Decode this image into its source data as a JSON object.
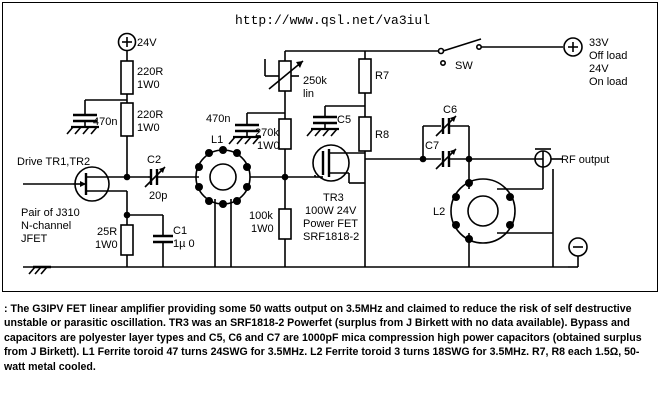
{
  "url": "http://www.qsl.net/va3iul",
  "supply": {
    "v24": "24V",
    "v33": "33V",
    "off_load": "Off load",
    "v24b": "24V",
    "on_load": "On load",
    "sw": "SW"
  },
  "labels": {
    "r220a_1": "220R",
    "r220a_2": "1W0",
    "r220b_1": "220R",
    "r220b_2": "1W0",
    "c470a": "470n",
    "pot_1": "250k",
    "pot_2": "lin",
    "c470b": "470n",
    "r270_1": "270k",
    "r270_2": "1W0",
    "r7": "R7",
    "c5": "C5",
    "r8": "R8",
    "c6": "C6",
    "c7": "C7",
    "l1": "L1",
    "c2": "C2",
    "c2v": "20p",
    "drive": "Drive TR1,TR2",
    "pair_1": "Pair of J310",
    "pair_2": "N-channel",
    "pair_3": "JFET",
    "tr3_1": "TR3",
    "tr3_2": "100W 24V",
    "tr3_3": "Power FET",
    "tr3_4": "SRF1818-2",
    "r100k_1": "100k",
    "r100k_2": "1W0",
    "r25_1": "25R",
    "r25_2": "1W0",
    "c1": "C1",
    "c1v": "1µ 0",
    "l2": "L2",
    "rf_out": "RF output"
  },
  "caption": ": The G3IPV FET linear amplifier providing some 50 watts output on 3.5MHz and claimed to reduce the risk of self destructive unstable or parasitic oscillation. TR3 was an SRF1818-2 Powerfet (surplus from J Birkett with no data available). Bypass and capacitors are polyester layer types and C5, C6 and C7 are 1000pF mica compression high power capacitors (obtained surplus from J Birkett). L1 Ferrite toroid 47 turns 24SWG for 3.5MHz. L2 Ferrite toroid 3 turns 18SWG for 3.5MHz. R7, R8 each 1.5Ω, 50-watt metal cooled."
}
